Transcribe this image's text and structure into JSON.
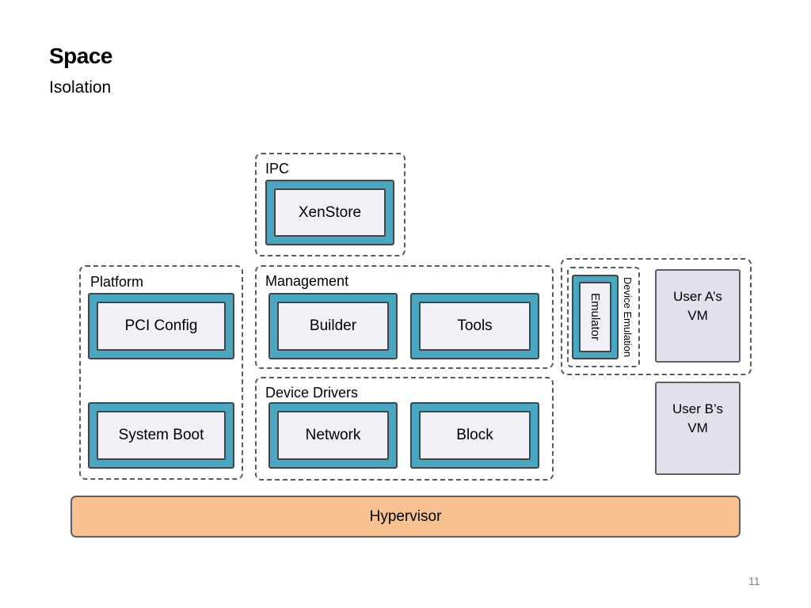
{
  "slide": {
    "title": "Space",
    "subtitle": "Isolation",
    "page_number": "11"
  },
  "groups": {
    "ipc": {
      "label": "IPC",
      "components": {
        "xenstore": "XenStore"
      }
    },
    "platform": {
      "label": "Platform",
      "components": {
        "pci_config": "PCI Config",
        "system_boot": "System Boot"
      }
    },
    "management": {
      "label": "Management",
      "components": {
        "builder": "Builder",
        "tools": "Tools"
      }
    },
    "device_drivers": {
      "label": "Device Drivers",
      "components": {
        "network": "Network",
        "block": "Block"
      }
    },
    "device_emulation": {
      "label": "Device Emulation",
      "components": {
        "emulator": "Emulator"
      }
    }
  },
  "vms": {
    "user_a": "User A’s\nVM",
    "user_b": "User B’s\nVM"
  },
  "hypervisor": "Hypervisor",
  "colors": {
    "domain_border_fill": "#4aa7bf",
    "domain_inner": "#f1f0f7",
    "vm_fill": "#e0e1ec",
    "hypervisor_fill": "#f8c192",
    "group_border": "#585b62"
  }
}
